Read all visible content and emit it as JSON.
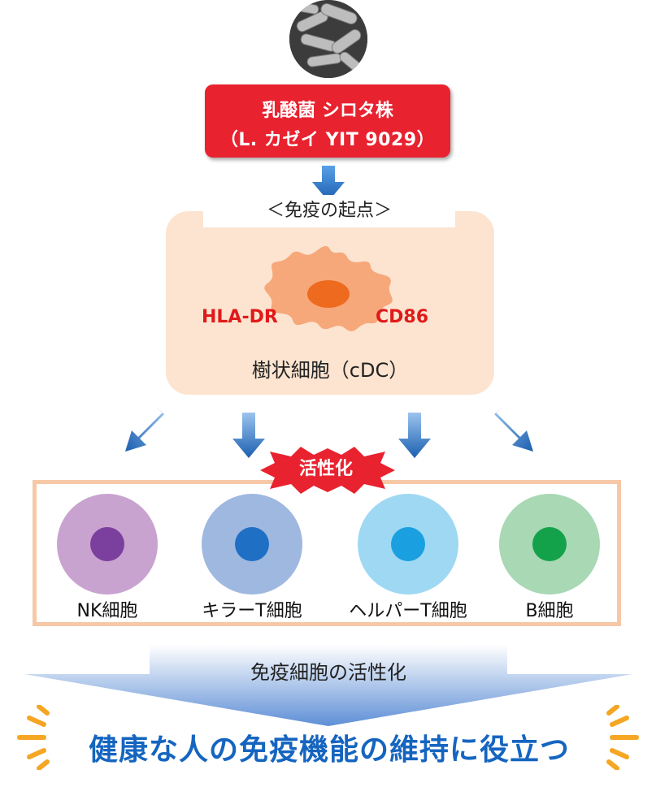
{
  "strain": {
    "line1": "乳酸菌 シロタ株",
    "line2": "（L. カゼイ YIT 9029）"
  },
  "dendritic": {
    "start_label": "＜免疫の起点＞",
    "marker_left": "HLA-DR",
    "marker_right": "CD86",
    "name": "樹状細胞（cDC）"
  },
  "activation_badge": "活性化",
  "cells": [
    {
      "label": "NK細胞",
      "outer_color": "#c9a3d0",
      "nucleus_color": "#7b3f9e"
    },
    {
      "label": "キラーT細胞",
      "outer_color": "#9fb8e0",
      "nucleus_color": "#1f6fc4"
    },
    {
      "label": "ヘルパーT細胞",
      "outer_color": "#9fd8f2",
      "nucleus_color": "#1aa0e0"
    },
    {
      "label": "B細胞",
      "outer_color": "#a8d8b4",
      "nucleus_color": "#13a24a"
    }
  ],
  "bottom_label": "免疫細胞の活性化",
  "main_message": "健康な人の免疫機能の維持に役立つ",
  "colors": {
    "strain_box": "#e8222f",
    "panel": "#fce4d0",
    "dendritic_cell": "#f6a87a",
    "dendritic_nucleus": "#ee6a1e",
    "arrow": "#1b6dc1",
    "badge": "#e8222f",
    "message": "#1565c0",
    "burst": "#f5a623"
  }
}
